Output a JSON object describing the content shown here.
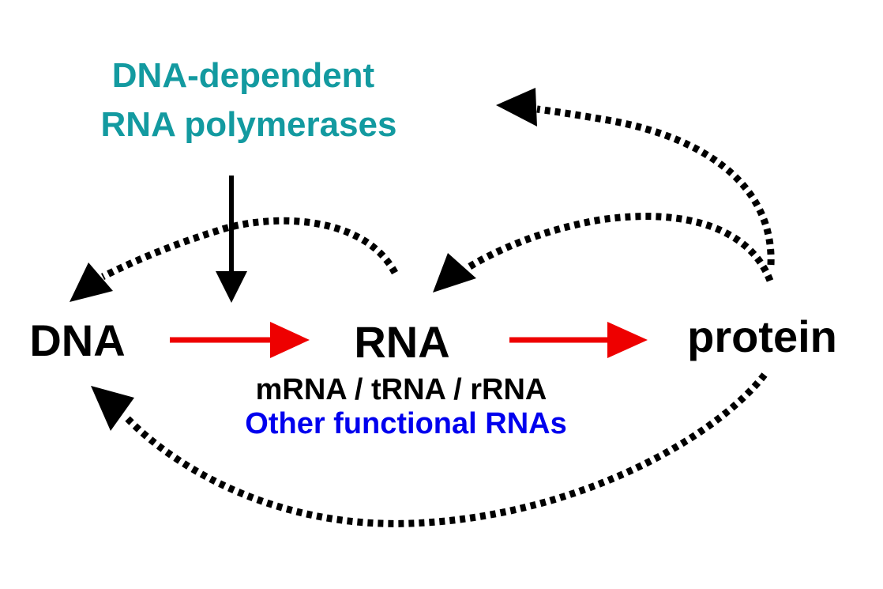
{
  "colors": {
    "enzyme_label": "#139aa0",
    "other_rnas_label": "#0000ee",
    "flow_arrow": "#ee0000",
    "text": "#000000"
  },
  "enzyme": {
    "line1": "DNA-dependent",
    "line2": "RNA polymerases"
  },
  "nodes": {
    "dna": "DNA",
    "rna": "RNA",
    "protein": "protein"
  },
  "rna_types": {
    "classic": "mRNA / tRNA / rRNA",
    "other": "Other functional RNAs"
  }
}
